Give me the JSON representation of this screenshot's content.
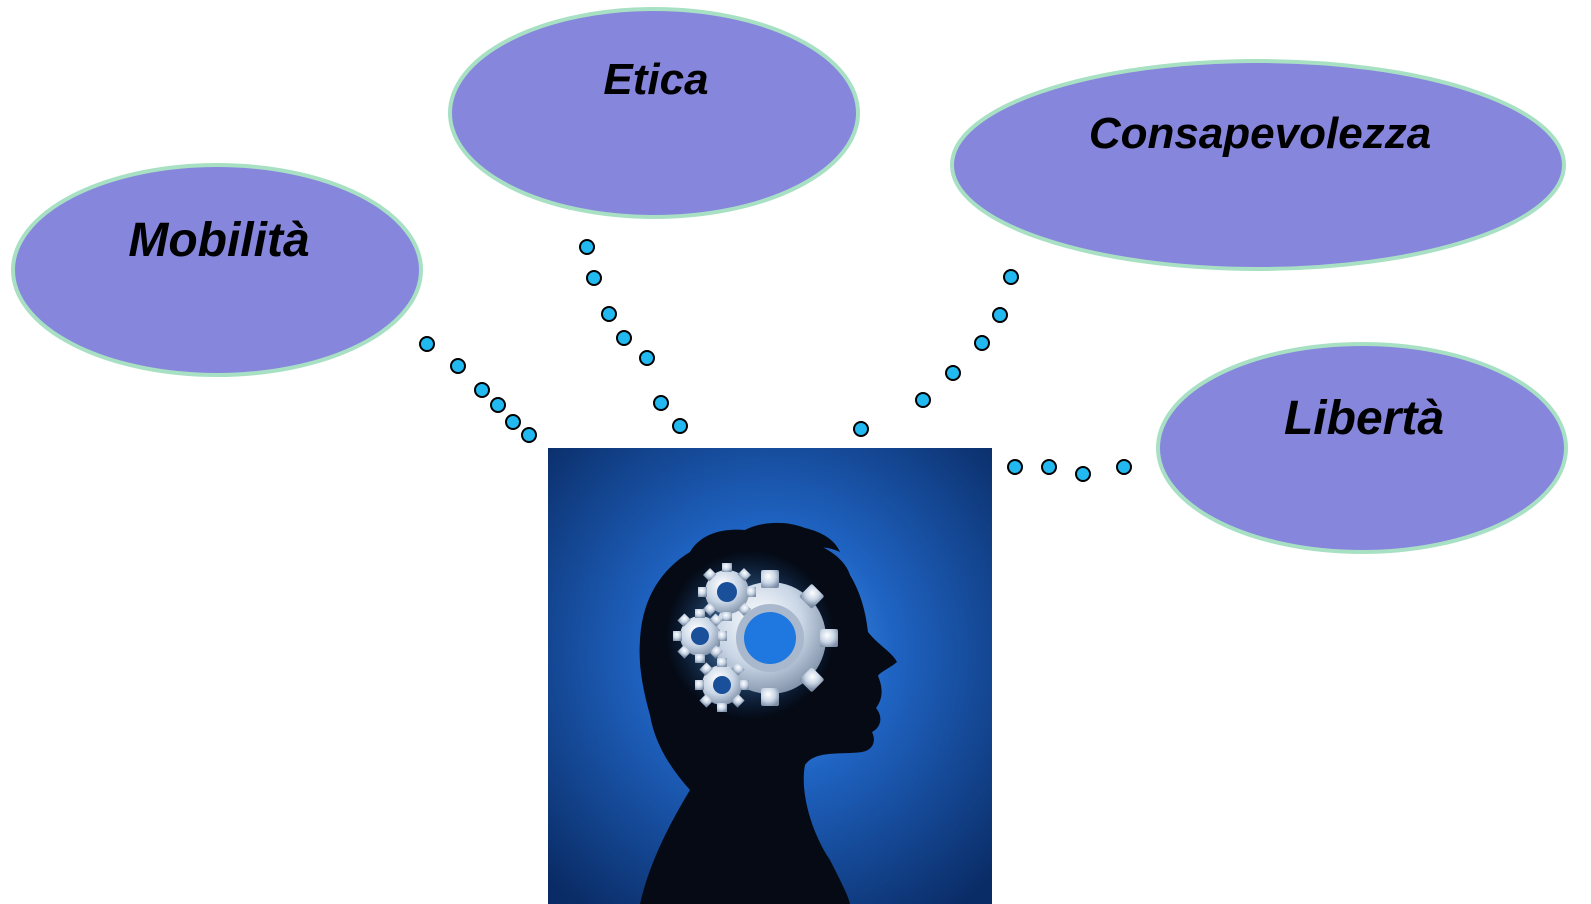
{
  "colors": {
    "bubble_fill": "#8686dc",
    "bubble_stroke": "#a8e0c4",
    "dot_fill": "#22b8f0",
    "dot_stroke": "#000000",
    "image_bg_dark": "#0b2f6e",
    "image_bg_glow": "#2e7ed8"
  },
  "bubbles": [
    {
      "label": "Mobilità"
    },
    {
      "label": "Etica"
    },
    {
      "label": "Consapevolezza"
    },
    {
      "label": "Libertà"
    }
  ],
  "central_image": {
    "icon": "head-with-gears-icon"
  }
}
